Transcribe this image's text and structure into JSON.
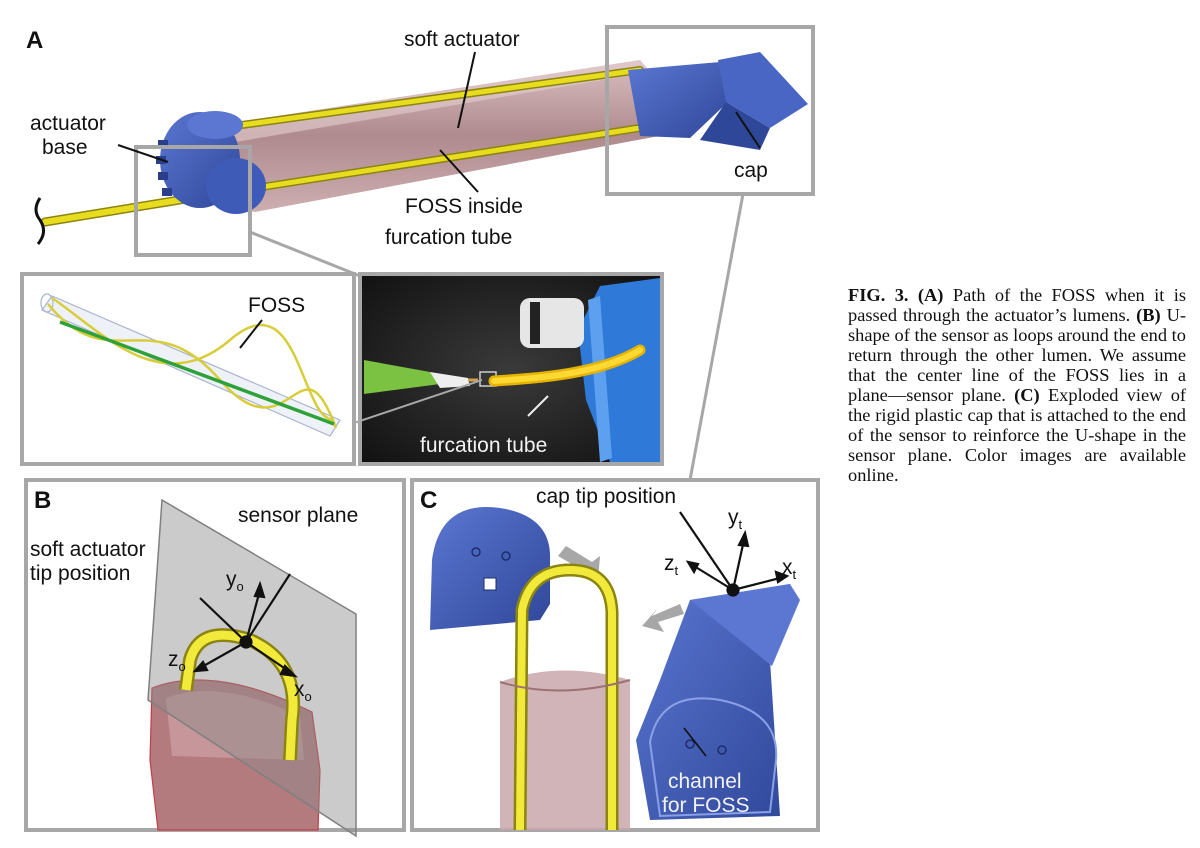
{
  "panelA": {
    "letter": "A",
    "label_soft_actuator": "soft actuator",
    "label_actuator_line1": "actuator",
    "label_actuator_line2": "base",
    "label_cap": "cap",
    "label_foss_line1": "FOSS inside",
    "label_foss_line2": "furcation tube",
    "inset_foss": "FOSS",
    "inset_furcation": "furcation tube"
  },
  "panelB": {
    "letter": "B",
    "label_sensor_plane": "sensor plane",
    "label_tip_line1": "soft actuator",
    "label_tip_line2": "tip position",
    "axis_y": "y",
    "axis_z": "z",
    "axis_x": "x",
    "axis_sub": "o"
  },
  "panelC": {
    "letter": "C",
    "label_cap_tip": "cap tip position",
    "label_channel_line1": "channel",
    "label_channel_line2": "for FOSS",
    "axis_y": "y",
    "axis_z": "z",
    "axis_x": "x",
    "axis_sub": "t"
  },
  "caption": {
    "fig": "FIG. 3.",
    "a_tag": "(A)",
    "a_text": " Path of the FOSS when it is passed through the actuator’s lumens. ",
    "b_tag": "(B)",
    "b_text": " U-shape of the sensor as loops around the end to return through the other lumen. We assume that the center line of the FOSS lies in a plane—sensor plane. ",
    "c_tag": "(C)",
    "c_text": " Exploded view of the rigid plastic cap that is attached to the end of the sensor to reinforce the U-shape in the sensor plane. Color images are available online."
  },
  "colors": {
    "actuator_blue": "#3f5bb8",
    "foss_yellow": "#e8dc1e",
    "tube_pink": "#b48e92",
    "frame_gray": "#a7a7a7"
  }
}
